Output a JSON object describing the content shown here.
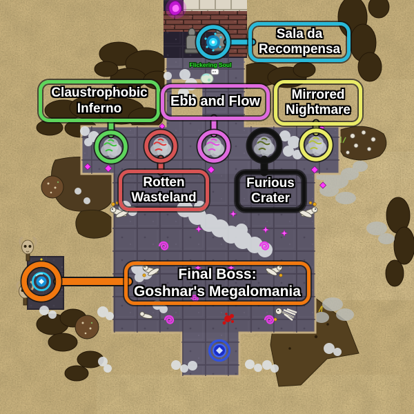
{
  "title_context": "Annotated boss arena map",
  "map": {
    "creature_name": "Flickering Soul",
    "colors": {
      "sand": "#c9b27e",
      "stone": "#605b6e",
      "stone_edge": "#c8b184",
      "brick": "#76443c",
      "teleport_cyan": "#2bd0f2",
      "magic_circle_blue": "#2f53e3",
      "portal_purple": "#cf1fd8",
      "arena_sparkle_pink": "#ff5cff",
      "blood_red": "#cc1010",
      "nameplate_green": "#30e030"
    }
  },
  "annotations": [
    {
      "id": "sala-da-recompensa",
      "label": "Sala da Recompensa",
      "lines": [
        "Sala da",
        "Recompensa"
      ],
      "color": "#29b9d9"
    },
    {
      "id": "claustrophobic-inferno",
      "label": "Claustrophobic Inferno",
      "lines": [
        "Claustrophobic",
        "Inferno"
      ],
      "color": "#5dd55c"
    },
    {
      "id": "ebb-and-flow",
      "label": "Ebb and Flow",
      "lines": [
        "Ebb and Flow",
        ""
      ],
      "color": "#e06ae0"
    },
    {
      "id": "mirrored-nightmare",
      "label": "Mirrored Nightmare",
      "lines": [
        "Mirrored",
        "Nightmare"
      ],
      "color": "#e9eb67"
    },
    {
      "id": "rotten-wasteland",
      "label": "Rotten Wasteland",
      "lines": [
        "Rotten",
        "Wasteland"
      ],
      "color": "#d85454"
    },
    {
      "id": "furious-crater",
      "label": "Furious Crater",
      "lines": [
        "Furious",
        "Crater"
      ],
      "color": "#111111"
    },
    {
      "id": "final-boss",
      "label": "Final Boss: Goshnar's Megalomania",
      "lines": [
        "Final Boss:",
        "Goshnar's Megalomania"
      ],
      "color": "#f1780f"
    }
  ]
}
